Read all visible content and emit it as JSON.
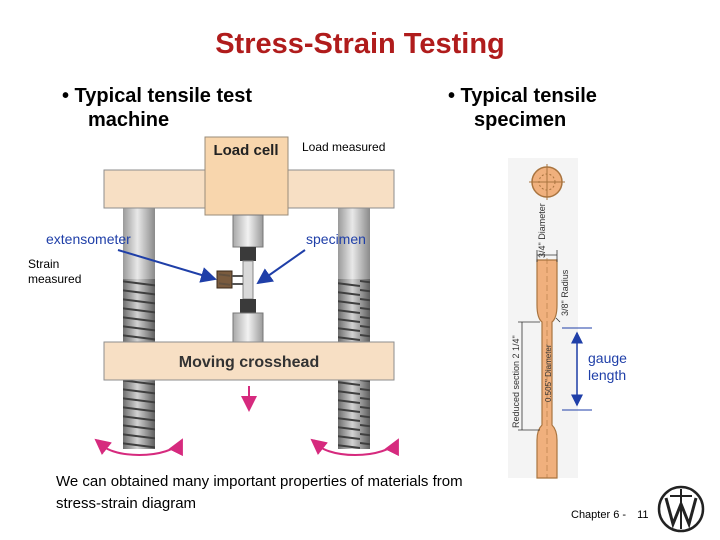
{
  "slide": {
    "title": "Stress-Strain Testing",
    "bullet_left_line1": "• Typical tensile test",
    "bullet_left_line2": "machine",
    "bullet_right_line1": "• Typical tensile",
    "bullet_right_line2": "specimen",
    "caption": "We can obtained many important properties of materials from stress-strain diagram",
    "footer": "Chapter 6 -",
    "page_number": "11"
  },
  "machine": {
    "load_cell_label": "Load cell",
    "load_measured": "Load measured",
    "crosshead_label": "Moving crosshead",
    "extensometer_label": "extensometer",
    "specimen_label": "specimen",
    "strain_line1": "Strain",
    "strain_line2": "measured"
  },
  "specimen": {
    "diameter_label": "3/4\" Diameter",
    "radius_label": "3/8\" Radius",
    "reduced_section_label": "Reduced section 2 1/4\"",
    "inner_diameter_label": "0.505\" Diameter",
    "gauge_line1": "gauge",
    "gauge_line2": "length"
  },
  "colors": {
    "title": "#b01c1c",
    "annotation_blue": "#1f3fa8",
    "frame_fill": "#f7dfc4",
    "load_cell_fill": "#f8d6ad",
    "specimen_fill": "#f0b07d",
    "arrow_magenta": "#d62a7e"
  }
}
